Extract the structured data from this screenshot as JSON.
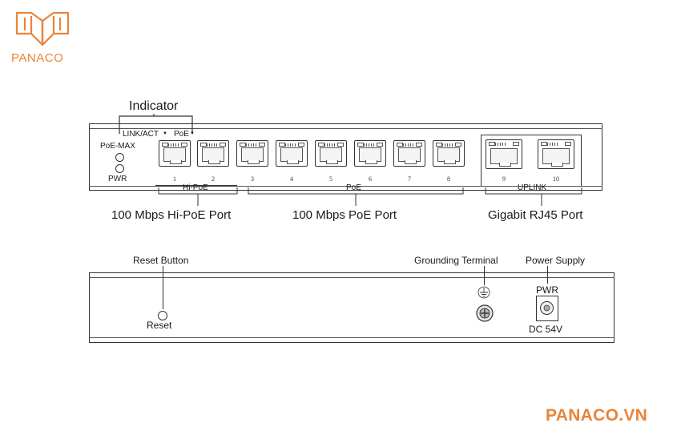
{
  "brand": {
    "logo_text": "PANACO",
    "footer": "PANACO.VN",
    "color": "#e8833a"
  },
  "front": {
    "indicator_title": "Indicator",
    "link_act": "LINK/ACT",
    "poe_led": "PoE",
    "poe_max": "PoE-MAX",
    "pwr": "PWR",
    "ports": [
      {
        "num": "1"
      },
      {
        "num": "2"
      },
      {
        "num": "3"
      },
      {
        "num": "4"
      },
      {
        "num": "5"
      },
      {
        "num": "6"
      },
      {
        "num": "7"
      },
      {
        "num": "8"
      },
      {
        "num": "9"
      },
      {
        "num": "10"
      }
    ],
    "group_hipoe": "Hi-PoE",
    "group_poe": "PoE",
    "group_uplink": "UPLINK",
    "caption_hipoe": "100 Mbps Hi-PoE Port",
    "caption_poe": "100 Mbps PoE Port",
    "caption_gigabit": "Gigabit RJ45 Port"
  },
  "rear": {
    "reset_button": "Reset Button",
    "reset": "Reset",
    "grounding": "Grounding Terminal",
    "power_supply": "Power Supply",
    "pwr": "PWR",
    "dc": "DC 54V"
  }
}
